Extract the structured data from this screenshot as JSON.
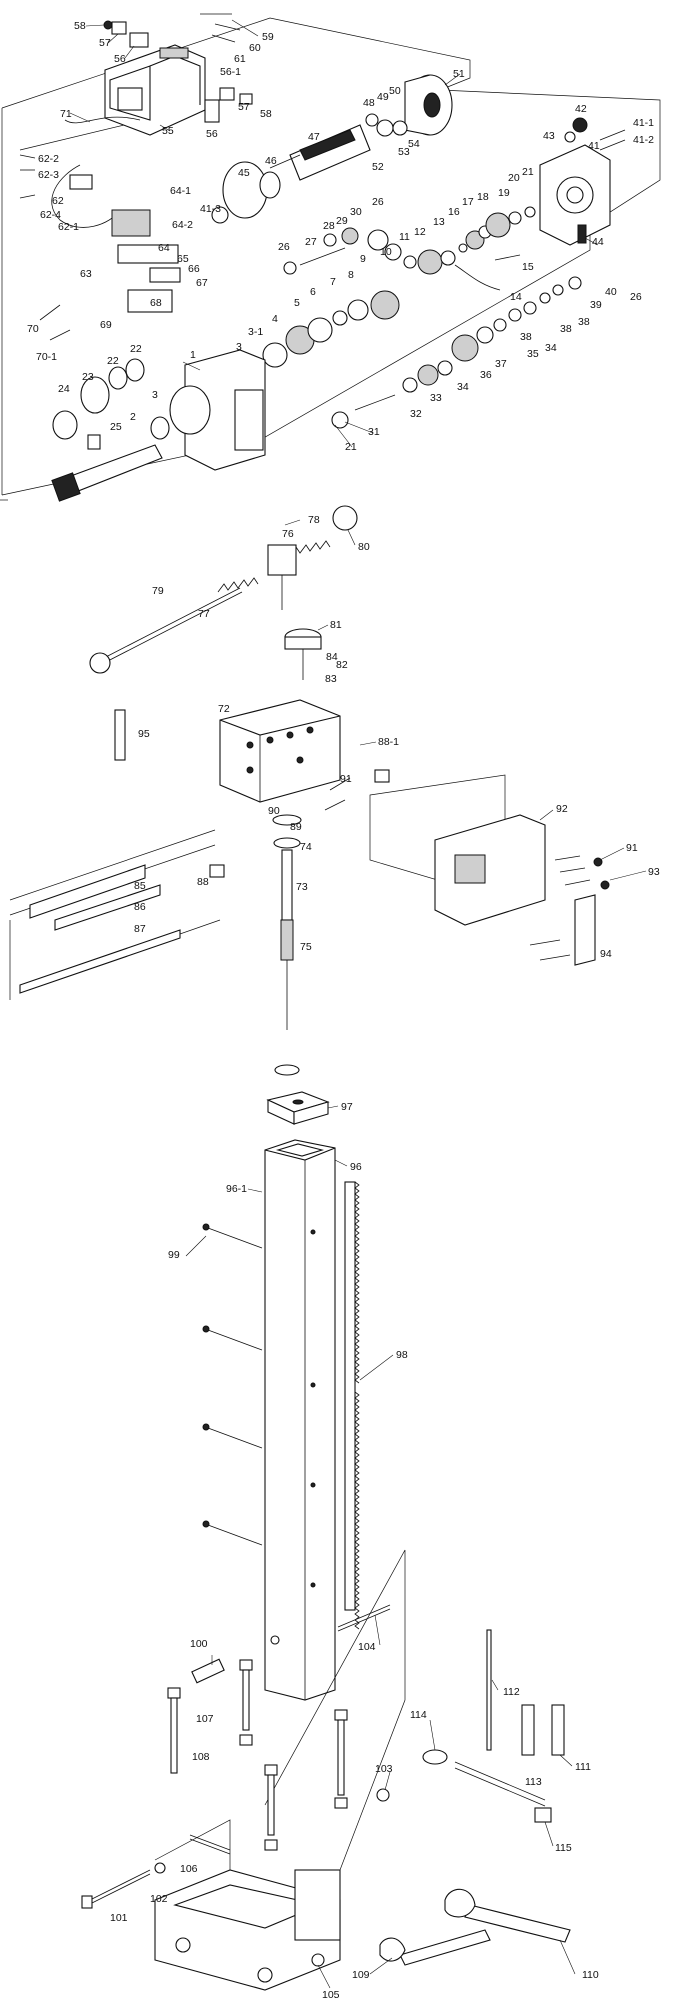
{
  "diagram": {
    "labels": {
      "p58": "58",
      "p57a": "57",
      "p56a": "56",
      "p59": "59",
      "p60": "60",
      "p61": "61",
      "p56_1": "56-1",
      "p51": "51",
      "p71": "71",
      "p55": "55",
      "p57b": "57",
      "p58b": "58",
      "p56b": "56",
      "p48": "48",
      "p49": "49",
      "p50": "50",
      "p53": "53",
      "p54": "54",
      "p52": "52",
      "p47": "47",
      "p46": "46",
      "p45": "45",
      "p41_3": "41-3",
      "p42": "42",
      "p41_1": "41-1",
      "p41_2": "41-2",
      "p43": "43",
      "p41": "41",
      "p44": "44",
      "p62_2": "62-2",
      "p62_3": "62-3",
      "p62": "62",
      "p62_4": "62-4",
      "p62_1": "62-1",
      "p64_1": "64-1",
      "p64_2": "64-2",
      "p64": "64",
      "p63": "63",
      "p65": "65",
      "p66": "66",
      "p67": "67",
      "p68": "68",
      "p69": "69",
      "p70": "70",
      "p70_1": "70-1",
      "p26a": "26",
      "p27": "27",
      "p28": "28",
      "p29": "29",
      "p30": "30",
      "p26b": "26",
      "p11": "11",
      "p12": "12",
      "p13": "13",
      "p16": "16",
      "p17": "17",
      "p18": "18",
      "p19": "19",
      "p20": "20",
      "p21a": "21",
      "p15": "15",
      "p14": "14",
      "p7": "7",
      "p8": "8",
      "p9": "9",
      "p10": "10",
      "p6": "6",
      "p5": "5",
      "p4": "4",
      "p3_1": "3-1",
      "p3a": "3",
      "p40": "40",
      "p39": "39",
      "p38a": "38",
      "p26c": "26",
      "p34a": "34",
      "p35": "35",
      "p36": "36",
      "p37": "37",
      "p38b": "38",
      "p38c": "38",
      "p34b": "34",
      "p33": "33",
      "p32": "32",
      "p31": "31",
      "p21b": "21",
      "p1": "1",
      "p22a": "22",
      "p22b": "22",
      "p24": "24",
      "p23": "23",
      "p3b": "3",
      "p25": "25",
      "p2": "2",
      "p78": "78",
      "p76": "76",
      "p80": "80",
      "p79": "79",
      "p77": "77",
      "p81": "81",
      "p82": "82",
      "p84": "84",
      "p83": "83",
      "p95": "95",
      "p72": "72",
      "p88_1": "88-1",
      "p91a": "91",
      "p90": "90",
      "p89": "89",
      "p74": "74",
      "p88": "88",
      "p73": "73",
      "p75": "75",
      "p85": "85",
      "p86": "86",
      "p87": "87",
      "p92": "92",
      "p91b": "91",
      "p93": "93",
      "p94": "94",
      "p97": "97",
      "p96_1": "96-1",
      "p96": "96",
      "p99": "99",
      "p98": "98",
      "p100": "100",
      "p104": "104",
      "p112": "112",
      "p107": "107",
      "p114": "114",
      "p111": "111",
      "p108": "108",
      "p113": "113",
      "p103": "103",
      "p115": "115",
      "p101": "101",
      "p102": "102",
      "p106": "106",
      "p109": "109",
      "p110": "110",
      "p105": "105"
    }
  }
}
